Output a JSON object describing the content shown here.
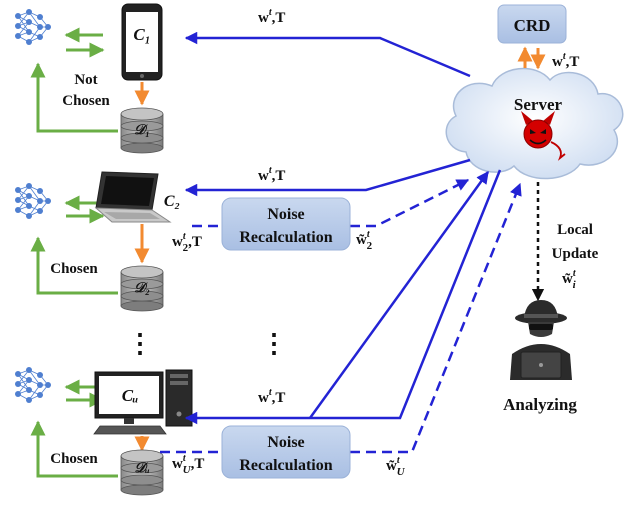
{
  "labels": {
    "c1": "C₁",
    "c2": "C₂",
    "cu": "Cᵤ",
    "d1": "𝒟₁",
    "d2": "𝒟₂",
    "du": "𝒟ᵤ",
    "not_chosen_line1": "Not",
    "not_chosen_line2": "Chosen",
    "chosen_2": "Chosen",
    "chosen_u": "Chosen",
    "noise_box_line1": "Noise",
    "noise_box_line2": "Recalculation",
    "crd": "CRD",
    "server": "Server",
    "local_update_line1": "Local",
    "local_update_line2": "Update",
    "analyzing": "Analyzing",
    "ellipsis": "⋮"
  },
  "math": {
    "w": "w",
    "t": "t",
    "comma_T": ",T",
    "sub_2": "2",
    "sub_u": "U",
    "sub_i": "i",
    "tilde_w": "w̃"
  },
  "colors": {
    "blue_arrow": "#2323d4",
    "orange_arrow": "#f28a30",
    "green_arrow": "#6aae45",
    "box_fill": "#b4c7e7",
    "cloud_fill": "#dbe6f6",
    "network_blue": "#4f7fd0"
  },
  "icons": [
    "neural-network-icon",
    "smartphone-icon",
    "laptop-icon",
    "desktop-pc-icon",
    "database-icon",
    "cloud-icon",
    "devil-icon",
    "hacker-icon"
  ]
}
